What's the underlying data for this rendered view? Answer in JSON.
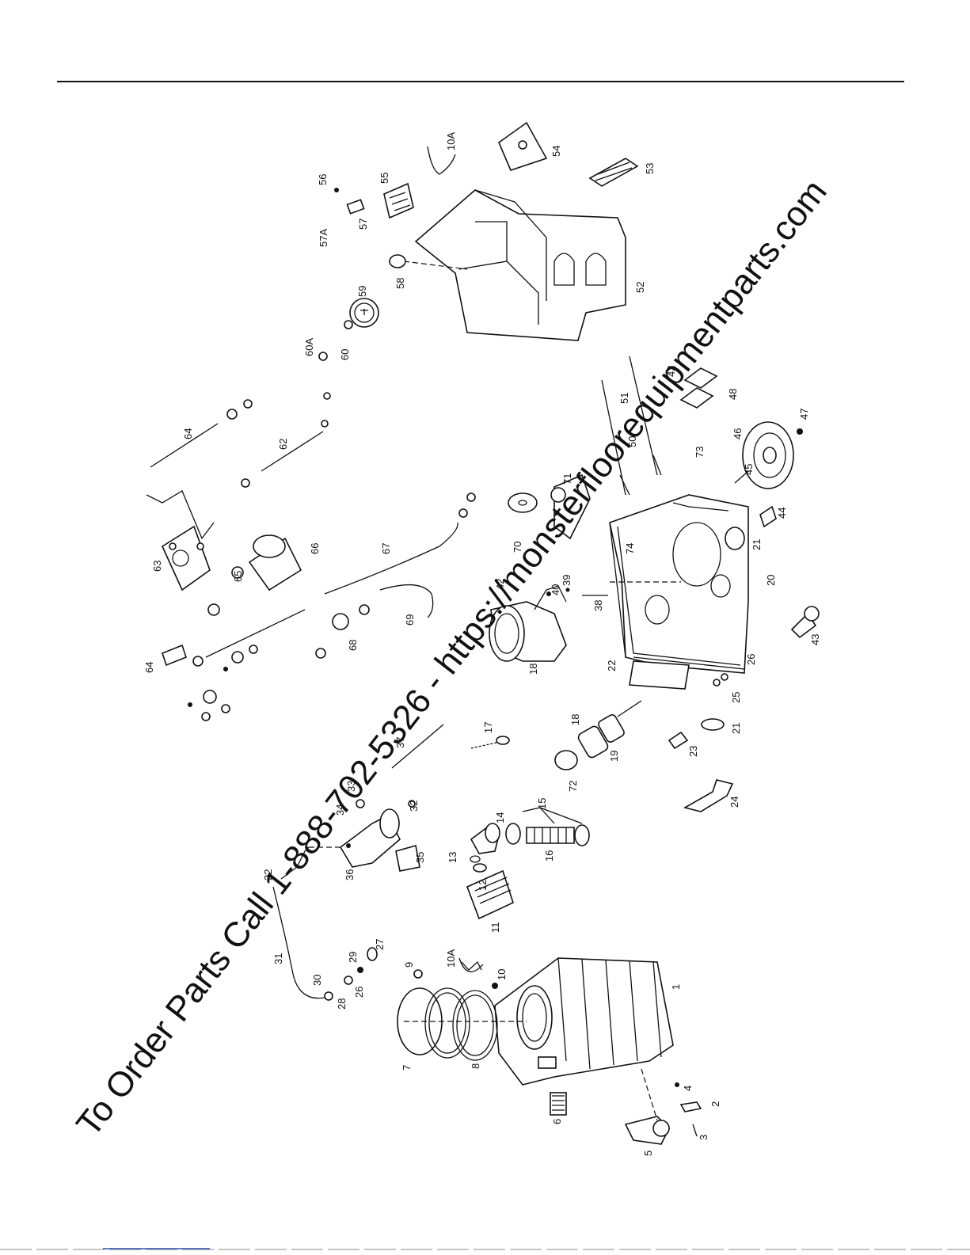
{
  "watermark": "To Order Parts Call 1-888-702-5326 - https://monsterfloorequipmentparts.com",
  "callouts": {
    "c1": "1",
    "c2": "2",
    "c3": "3",
    "c4": "4",
    "c5": "5",
    "c6": "6",
    "c7": "7",
    "c8": "8",
    "c9": "9",
    "c10": "10",
    "c10a_1": "10A",
    "c10a_2": "10A",
    "c11": "11",
    "c12": "12",
    "c13": "13",
    "c14": "14",
    "c15": "15",
    "c16": "16",
    "c17": "17",
    "c18a": "18",
    "c18b": "18",
    "c19": "19",
    "c20": "20",
    "c21a": "21",
    "c21b": "21",
    "c22a": "22",
    "c22b": "22",
    "c23": "23",
    "c24": "24",
    "c25": "25",
    "c26a": "26",
    "c26b": "26",
    "c27": "27",
    "c28": "28",
    "c29": "29",
    "c30": "30",
    "c31": "31",
    "c32": "32",
    "c33": "33",
    "c34": "34",
    "c35": "35",
    "c36": "36",
    "c37": "37",
    "c38": "38",
    "c39": "39",
    "c40": "40",
    "c42a": "42",
    "c42b": "42",
    "c43": "43",
    "c44": "44",
    "c45": "45",
    "c46": "46",
    "c47": "47",
    "c48": "48",
    "c50": "50",
    "c51": "51",
    "c52": "52",
    "c53": "53",
    "c54": "54",
    "c55": "55",
    "c56": "56",
    "c57": "57",
    "c57a": "57A",
    "c58": "58",
    "c59": "59",
    "c60": "60",
    "c60a": "60A",
    "c62": "62",
    "c63": "63",
    "c64a": "64",
    "c64b": "64",
    "c65": "65",
    "c66": "66",
    "c67": "67",
    "c68": "68",
    "c69": "69",
    "c70": "70",
    "c71": "71",
    "c72": "72",
    "c73": "73",
    "c74": "74"
  },
  "colors": {
    "ink": "#111111",
    "paper": "#ffffff",
    "footer_link": "#2a4fb5"
  }
}
